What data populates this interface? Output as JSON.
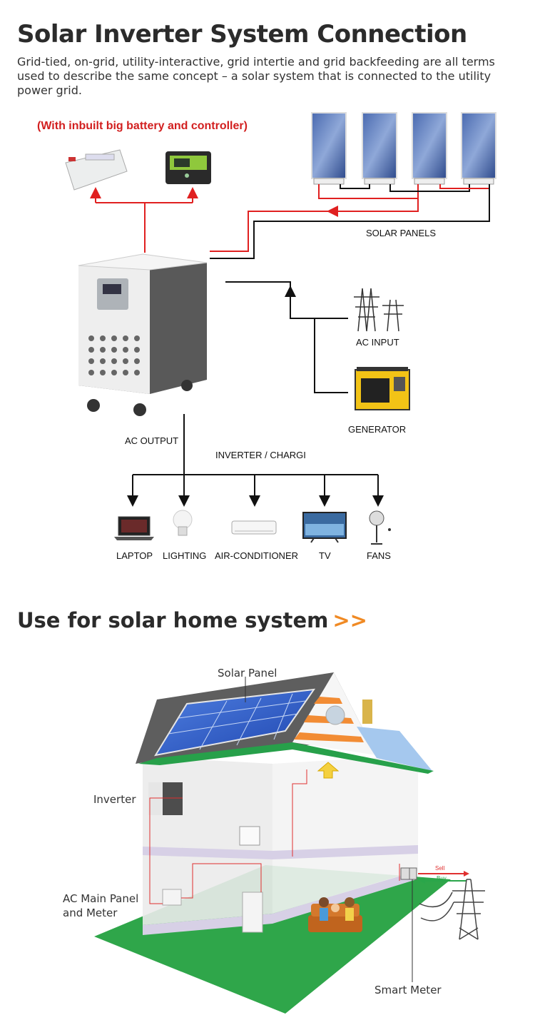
{
  "header": {
    "title": "Solar Inverter System Connection",
    "intro": "Grid-tied, on-grid, utility-interactive, grid intertie and grid backfeeding are all terms used to describe the same concept – a solar system that is connected to the utility power grid."
  },
  "diagram": {
    "battery_note": "(With inbuilt big battery and controller)",
    "solar_panels_label": "SOLAR PANELS",
    "ac_input_label": "AC INPUT",
    "generator_label": "GENERATOR",
    "ac_output_label": "AC OUTPUT",
    "inverter_label": "INVERTER / CHARGI",
    "loads": [
      "LAPTOP",
      "LIGHTING",
      "AIR-CONDITIONER",
      "TV",
      "FANS"
    ],
    "colors": {
      "dc_line": "#e02020",
      "ac_line": "#111111"
    }
  },
  "home": {
    "section_title": "Use for solar home system",
    "section_arrows": ">>",
    "solar_panel_label": "Solar Panel",
    "inverter_label": "Inverter",
    "ac_panel_label_1": "AC Main Panel",
    "ac_panel_label_2": "and Meter",
    "smart_meter_label": "Smart Meter",
    "sell_label": "Sell",
    "buy_label": "Buy"
  }
}
